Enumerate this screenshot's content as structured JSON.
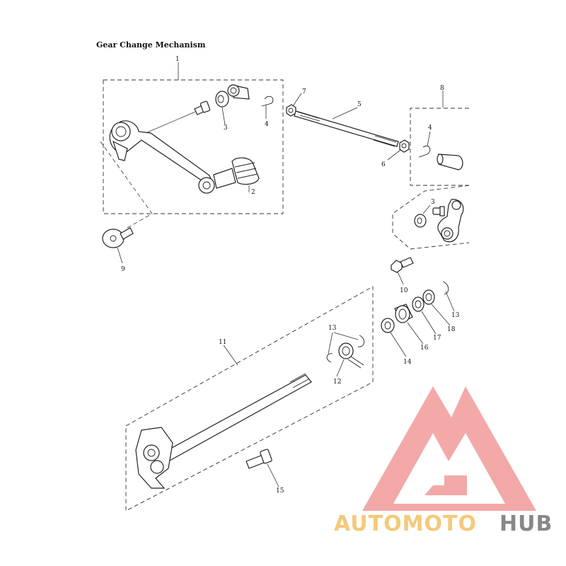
{
  "title": "Gear Change Mechanism",
  "callouts": {
    "c1": "1",
    "c2": "2",
    "c3a": "3",
    "c3b": "3",
    "c4a": "4",
    "c4b": "4",
    "c5": "5",
    "c6": "6",
    "c7": "7",
    "c8": "8",
    "c9": "9",
    "c10": "10",
    "c11": "11",
    "c12": "12",
    "c13a": "13",
    "c13b": "13",
    "c14": "14",
    "c15": "15",
    "c16": "16",
    "c17": "17",
    "c18": "18"
  },
  "watermark": {
    "text_part1": "AUTOMOTO",
    "text_part2": "HUB",
    "logo_color": "#f29a9a",
    "text_color_1": "#f5c97a",
    "text_color_2": "#888888"
  }
}
